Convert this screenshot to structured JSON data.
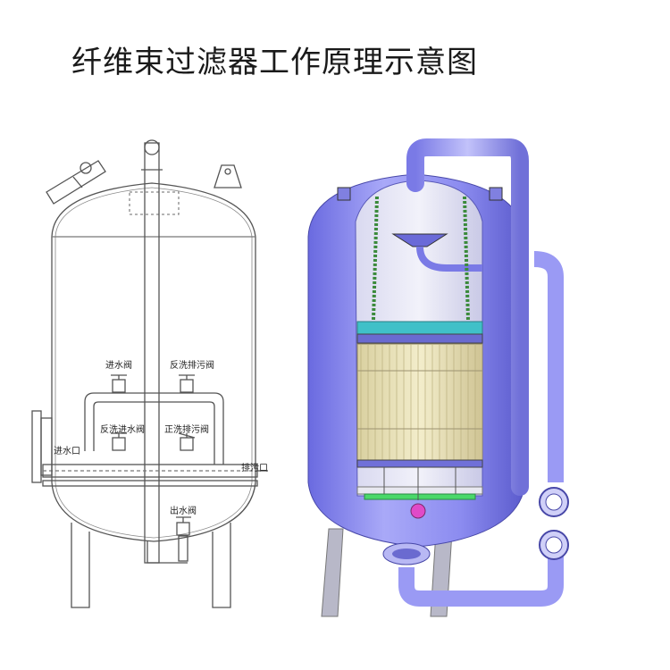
{
  "title": "纤维束过滤器工作原理示意图",
  "labels": {
    "inlet_valve": "进水阀",
    "backwash_drain_valve": "反洗排污阀",
    "backwash_inlet_valve": "反洗进水阀",
    "forward_drain_valve": "正洗排污阀",
    "water_inlet": "进水口",
    "drain_outlet": "排污口",
    "outlet_valve": "出水阀"
  },
  "colors": {
    "tank_body": "#8f8ff0",
    "tank_shade": "#5e5ed0",
    "filter_bundle": "#e8e0b0",
    "support_plate": "#40c0c8",
    "pipe": "#9a9af4",
    "line": "#555555"
  }
}
